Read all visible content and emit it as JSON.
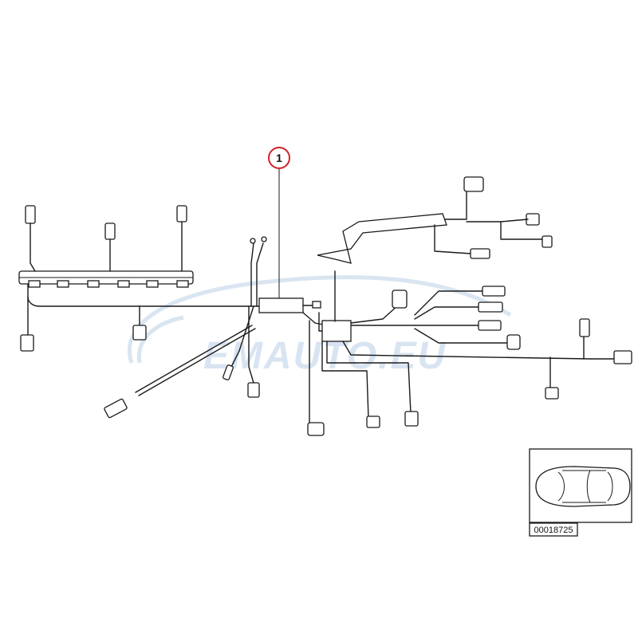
{
  "callout": {
    "label": "1"
  },
  "reference": {
    "number": "00018725"
  },
  "watermark": {
    "text": "EMAUTO.EU"
  },
  "colors": {
    "callout_ring": "#d2232a",
    "watermark": "#b9cfe6",
    "line": "#1a1a1a"
  },
  "icons": [
    "wiring-harness",
    "car-top-view"
  ]
}
